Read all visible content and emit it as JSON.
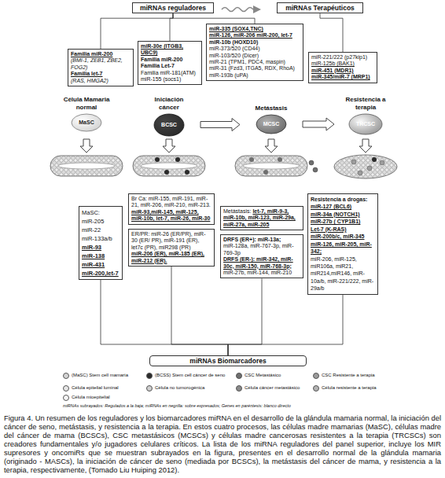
{
  "diagram": {
    "caption": "Figura 4. Un resumen de los reguladores y los biomarcadores miRNA en el desarrollo de la glándula mamaria normal, la iniciación del cáncer de seno, metástasis, y resistencia a la terapia. En estos cuatro procesos, las células madre mamarias (MaSC), células madre del cáncer de mama (BCSCs), CSC metastásicos (MCSCs) y células madre cancerosas resistentes a la terapia (TRCSCs) son creadores fundamentales y/o jugadores celulares críticos. La lista de los miRNA reguladores del panel superior, incluye los MIR supresores y oncomiRs que se muestran subrayados en la figura, presentes en el desarrollo normal de la glándula mamaria (originado - MASCs), la iniciación de cáncer de seno (mediada por BCSCs), la metástasis del cáncer de mama, y resistencia a la terapia, respectivamente, (Tomado Liu Huiping 2012).",
    "nodes": [
      {
        "text": [
          "miRNAs reguladores"
        ]
      },
      {
        "text": [
          "miRNAs Terapéuticos"
        ]
      },
      {
        "text": [
          "Familia miR-200",
          "(BMI-1, ZEB1, ZBE2, FOG2)",
          "Familia let-7",
          "(RAS, HMGA2)"
        ]
      },
      {
        "text": [
          "miR-30e (ITGB3, UBC9)",
          "Familia miR-200",
          "Familia Let-7",
          "Familia miR-181(ATM)",
          "miR-155 (socs1)"
        ]
      },
      {
        "text": [
          "miR-335 (SOX4,TNC)",
          "miR-126, miR-206 miR-200, let-7",
          "miR-10b (HOXD10)",
          "miR-373/520 (CD44)",
          "miR-103/520 (Dicer)",
          "miR-21 (TPM1, PDC4, maspin)",
          "miR-31 (Fzd3, ITGA5, RDX, RhoA)",
          "miR-193b (uPA)"
        ]
      },
      {
        "text": [
          "miR-221/222 (p27kip1)",
          "miR-125b (BAK1)",
          "miR-451 (MDR1)",
          "miR-345/miR-7 (MRP1)"
        ]
      },
      {
        "text": [
          "Célula Mamaria normal",
          "MaSC"
        ]
      },
      {
        "text": [
          "Iniciación cáncer",
          "BCSC"
        ]
      },
      {
        "text": [
          "Metástasis",
          "MCSC"
        ]
      },
      {
        "text": [
          "Resistencia a terapia",
          "TRCSC"
        ]
      },
      {
        "text": [
          "MaSC:",
          "miR-205",
          "miR-22",
          "miR-133a/b",
          "miR-93",
          "miR-138",
          "miR-431",
          "miR-200,let-7"
        ]
      },
      {
        "text": [
          "Br Ca: miR-155, miR-191, miR-21, miR-206, miR-210, miR-213.",
          "miR-93,miR-145, miR-125, miR-10b, let-7, miR-26, miR-30"
        ]
      },
      {
        "text": [
          "ER/PR: miR-26 (ER/PR), miR-30 (ER/ PR), miR-191 (ER), let7c (PR), miR298 (PR)",
          "miR-206 (ER), miR-185 (ER), miR-212 (ER)."
        ]
      },
      {
        "text": [
          "Metástasis:",
          "let-7, miR-9-3, miR-10b, miR-123, miR-29a, miR-27a, miR-205"
        ]
      },
      {
        "text": [
          "DRFS (ER+): miR-13a;",
          "miR-128a, miR-767-3p, miR-769-3p",
          "DRFS (ER-): miR-342, miR-30c, miR-150, miR-768-3p;",
          "miR-27b, miR-144, miR-210"
        ]
      },
      {
        "text": [
          "Resistencia a drogas:",
          "miR-127 (BCL6)",
          "miR-34a (NOTCH1)",
          "miR-27b ( CYP1B1)",
          "Let-7 (K-RAS)",
          "miR-200b/c, miR-345 miR-126, miR-205, miR-342;",
          "miR-206, miR-125, miR106a, miR21, miR214,miR146, miR-10a/b, miR-221/222, miR-29a/b"
        ]
      },
      {
        "text": [
          "miRNAs Biomarcadores"
        ]
      }
    ],
    "edges": [
      {
        "from": 0,
        "to": 2,
        "arrow": "none"
      },
      {
        "from": 0,
        "to": 3,
        "arrow": "none"
      },
      {
        "from": 0,
        "to": 4,
        "arrow": "none"
      },
      {
        "from": 1,
        "to": 5,
        "arrow": "none"
      },
      {
        "from": 7,
        "to": 8,
        "arrow": "to"
      },
      {
        "from": 8,
        "to": 9,
        "arrow": "to"
      },
      {
        "from": 16,
        "to": 10,
        "arrow": "none"
      },
      {
        "from": 16,
        "to": 12,
        "arrow": "none"
      },
      {
        "from": 16,
        "to": 14,
        "arrow": "none"
      },
      {
        "from": 16,
        "to": 15,
        "arrow": "none"
      }
    ],
    "labels": [
      "miRNAs subrayados: Regulados a la baja; miRNAs en negrilla: sobre expresados; Genes en paréntesis: blanco directo"
    ],
    "legend": [
      {
        "text": "(MaSC) Stem cell mamaria",
        "color": "#d4d4d4"
      },
      {
        "text": "(BCSS) Stem cell cáncer de seno",
        "color": "#2b2b2b"
      },
      {
        "text": "CSC Metastásico",
        "color": "#6f6f6f"
      },
      {
        "text": "CSC Resistente a terapia",
        "color": "#9c9c9c"
      },
      {
        "text": "Célula epitelial luminal",
        "color": "#e6e6e6"
      },
      {
        "text": "Célula no tumorogénica",
        "color": "#cfcfcf"
      },
      {
        "text": "Célula cáncer metastásico",
        "color": "#8a8a8a"
      },
      {
        "text": "Célula resistente a terapia",
        "color": "#b3b3b3"
      },
      {
        "text": "Célula mioepitelial",
        "color": "#f5f5f5"
      }
    ]
  }
}
